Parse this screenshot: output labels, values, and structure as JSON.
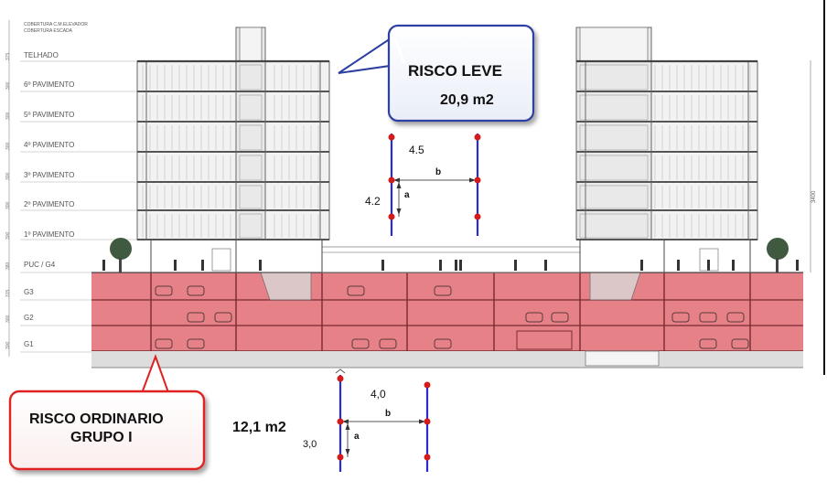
{
  "levels": [
    {
      "label": "COBERTURA C.M.ELEVADOR",
      "dim": ""
    },
    {
      "label": "COBERTURA ESCADA",
      "dim": ""
    },
    {
      "label": "TELHADO",
      "dim": "375"
    },
    {
      "label": "6º PAVIMENTO",
      "dim": "300"
    },
    {
      "label": "5º PAVIMENTO",
      "dim": "300"
    },
    {
      "label": "4º PAVIMENTO",
      "dim": "300"
    },
    {
      "label": "3º PAVIMENTO",
      "dim": "300"
    },
    {
      "label": "2º PAVIMENTO",
      "dim": "300"
    },
    {
      "label": "1º PAVIMENTO",
      "dim": "300"
    },
    {
      "label": "PUC / G4",
      "dim": "380"
    },
    {
      "label": "G3",
      "dim": "315"
    },
    {
      "label": "G2",
      "dim": "300"
    },
    {
      "label": "G1",
      "dim": "300"
    }
  ],
  "right_dimension": "3400",
  "callout_top": {
    "title": "RISCO LEVE",
    "area": "20,9 m2",
    "bg": "#ffffff",
    "border": "#2d3fa0"
  },
  "callout_bottom": {
    "line1": "RISCO ORDINARIO",
    "line2": "GRUPO I",
    "bg": "#ffffff",
    "border": "#e02020"
  },
  "grid_top": {
    "spacing_a": "4.5",
    "spacing_b": "4.2",
    "label_a": "a",
    "label_b": "b"
  },
  "grid_bottom": {
    "spacing_a": "4,0",
    "spacing_b": "3,0",
    "area": "12,1 m2",
    "label_a": "a",
    "label_b": "b"
  },
  "colors": {
    "garage_fill": "#e36b73",
    "building_stroke": "#666666",
    "sprinkler_line": "#2a2ad6",
    "sprinkler_head": "#d41a1a"
  }
}
